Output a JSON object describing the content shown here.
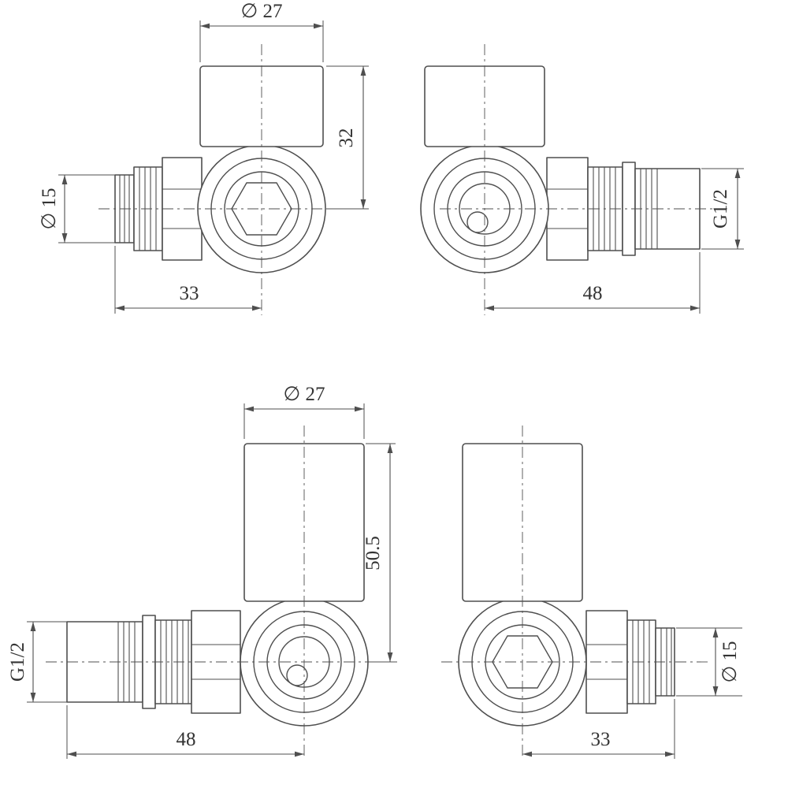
{
  "drawing": {
    "title": "corner-radiator-valve-technical-drawing",
    "background": "#ffffff",
    "line_color": "#4f4f4f",
    "text_color": "#333333",
    "diameter_symbol": "∅",
    "views": {
      "top_left": {
        "dim_top": "∅ 27",
        "dim_right": "32",
        "dim_left": "∅ 15",
        "dim_bottom": "33"
      },
      "top_right": {
        "dim_right": "G1/2",
        "dim_bottom": "48"
      },
      "bottom_left": {
        "dim_top": "∅ 27",
        "dim_right": "50.5",
        "dim_left": "G1/2",
        "dim_bottom": "48"
      },
      "bottom_right": {
        "dim_right": "∅ 15",
        "dim_bottom": "33"
      }
    }
  }
}
